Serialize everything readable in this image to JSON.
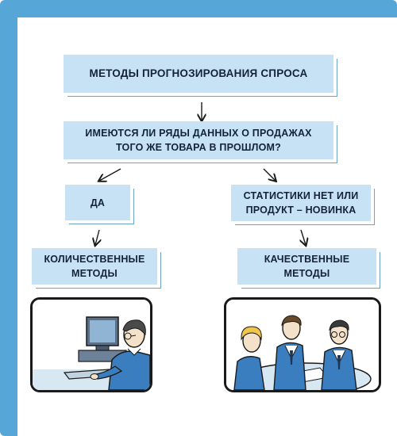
{
  "diagram": {
    "title": "МЕТОДЫ ПРОГНОЗИРОВАНИЯ СПРОСА",
    "question": {
      "line1": "ИМЕЮТСЯ ЛИ РЯДЫ ДАННЫХ О ПРОДАЖАХ",
      "line2": "ТОГО ЖЕ ТОВАРА В ПРОШЛОМ?"
    },
    "yes_branch": {
      "label": "ДА",
      "result_line1": "КОЛИЧЕСТВЕННЫЕ",
      "result_line2": "МЕТОДЫ"
    },
    "no_branch": {
      "label_line1": "СТАТИСТИКИ НЕТ ИЛИ",
      "label_line2": "ПРОДУКТ – НОВИНКА",
      "result_line1": "КАЧЕСТВЕННЫЕ",
      "result_line2": "МЕТОДЫ"
    }
  },
  "illustrations": {
    "left": "person-at-computer",
    "right": "group-meeting"
  },
  "colors": {
    "frame": "#56a6d8",
    "box_fill": "#c7e2f4",
    "text": "#14233a",
    "arrow": "#1a1a1a"
  }
}
